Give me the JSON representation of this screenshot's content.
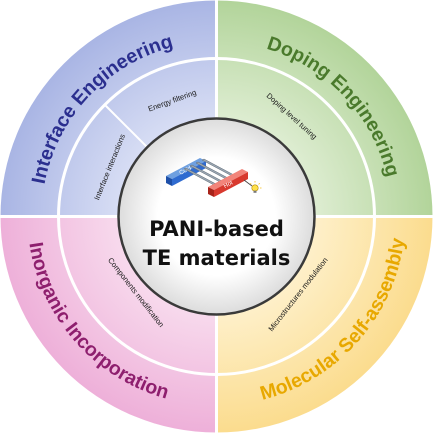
{
  "center": {
    "line1": "PANI-based",
    "line2": "TE materials",
    "device": {
      "cold_label": "Cold",
      "hot_label": "Hot"
    }
  },
  "quadrants": [
    {
      "id": "interface",
      "title": "Interface Engineering",
      "color": "#2b2f8f",
      "gradient": [
        "#a9b5e4",
        "#e8ecfa"
      ],
      "inner_labels": [
        "Energy filtering",
        "Interface interactions"
      ]
    },
    {
      "id": "doping",
      "title": "Doping Engineering",
      "color": "#4a7a2c",
      "gradient": [
        "#b7d7a0",
        "#eef6e6"
      ],
      "inner_labels": [
        "Doping level tuning"
      ]
    },
    {
      "id": "molecular",
      "title": "Molecular Self-assembly",
      "color": "#e8a800",
      "gradient": [
        "#fbe09a",
        "#fff7df"
      ],
      "inner_labels": [
        "Microstructures modulation"
      ]
    },
    {
      "id": "inorganic",
      "title": "Inorganic Incorporation",
      "color": "#8e1f6e",
      "gradient": [
        "#efb6dc",
        "#fbe9f4"
      ],
      "inner_labels": [
        "Components modification"
      ]
    }
  ]
}
